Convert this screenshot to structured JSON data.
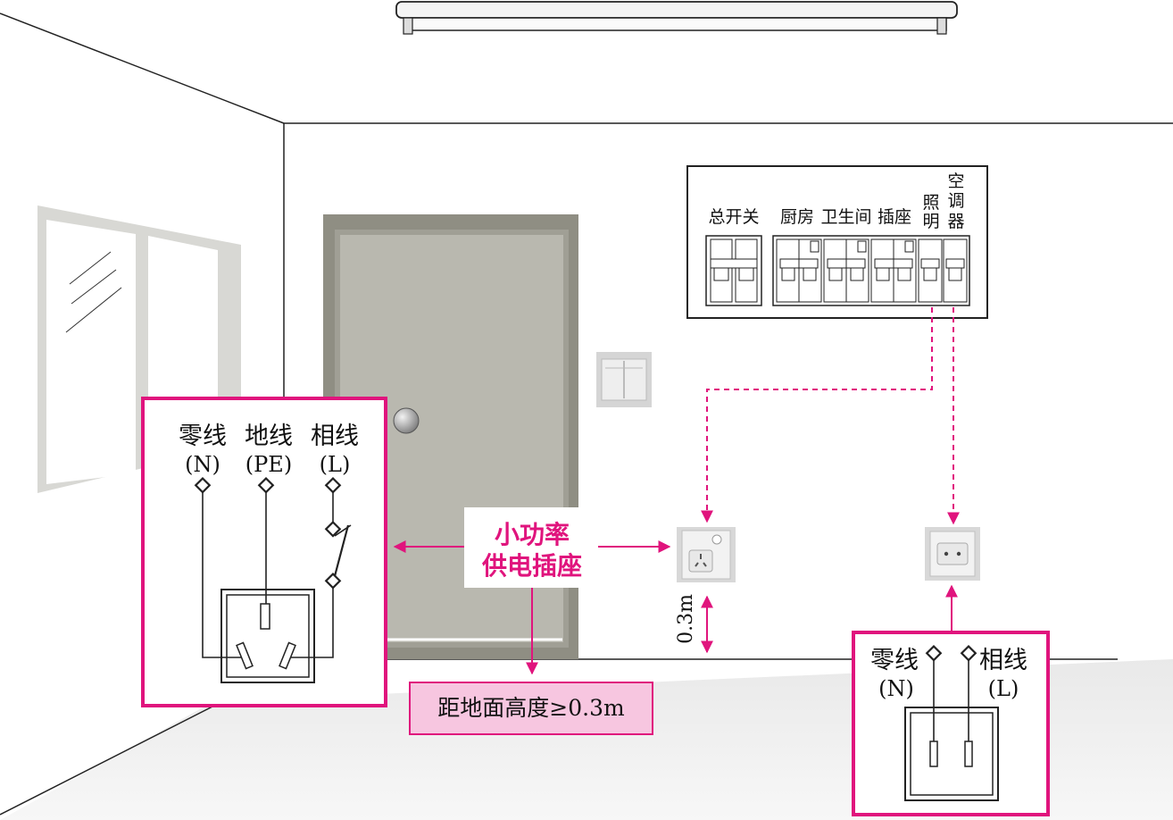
{
  "panel": {
    "main_switch": "总开关",
    "kitchen": "厨房",
    "bathroom": "卫生间",
    "socket": "插座",
    "lighting_top": "照",
    "lighting_bottom": "明",
    "ac_1": "空",
    "ac_2": "调",
    "ac_3": "器"
  },
  "left_inset": {
    "neutral": "零线",
    "ground": "地线",
    "live": "相线",
    "neutral_code": "(N)",
    "ground_code": "(PE)",
    "live_code": "(L)"
  },
  "callout": {
    "line1": "小功率",
    "line2": "供电插座",
    "height_note": "距地面高度≥0.3m"
  },
  "dimension": {
    "height": "0.3m"
  },
  "right_inset": {
    "neutral": "零线",
    "live": "相线",
    "neutral_code": "(N)",
    "live_code": "(L)"
  },
  "colors": {
    "accent": "#e0147d",
    "callout_fill": "#f7c6e0",
    "door": "#b9b8af",
    "door_frame": "#8f8e83"
  }
}
